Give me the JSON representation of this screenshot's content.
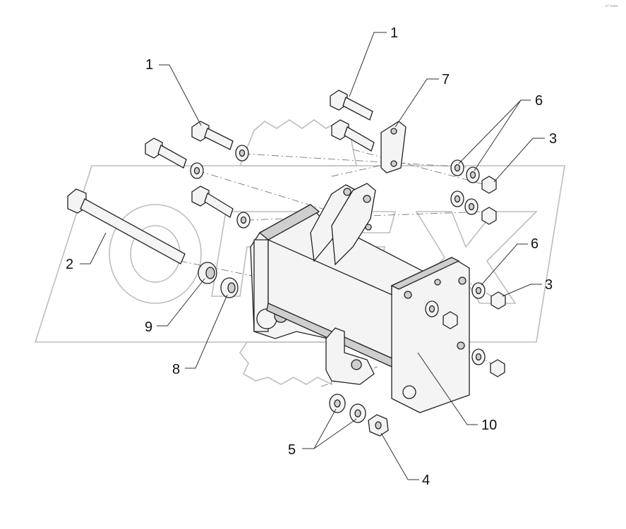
{
  "diagram": {
    "corner_mark": "e⁰ oooo",
    "callouts": [
      {
        "id": "c1a",
        "label": "1"
      },
      {
        "id": "c1b",
        "label": "1"
      },
      {
        "id": "c7",
        "label": "7"
      },
      {
        "id": "c6a",
        "label": "6"
      },
      {
        "id": "c3a",
        "label": "3"
      },
      {
        "id": "c2",
        "label": "2"
      },
      {
        "id": "c6b",
        "label": "6"
      },
      {
        "id": "c3b",
        "label": "3"
      },
      {
        "id": "c9",
        "label": "9"
      },
      {
        "id": "c8",
        "label": "8"
      },
      {
        "id": "c10",
        "label": "10"
      },
      {
        "id": "c5",
        "label": "5"
      },
      {
        "id": "c4",
        "label": "4"
      }
    ]
  }
}
